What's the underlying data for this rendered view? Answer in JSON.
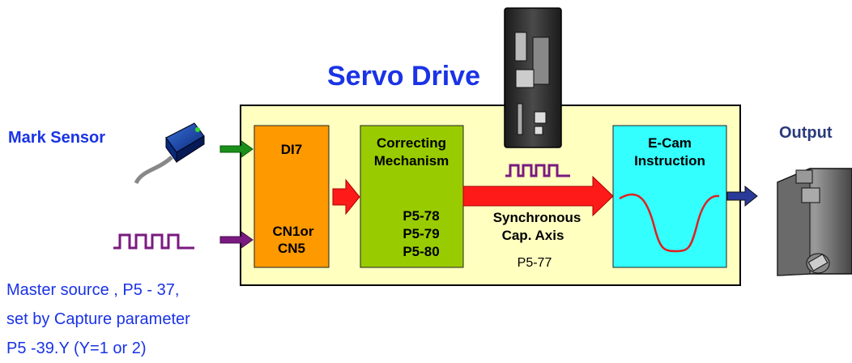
{
  "title": "Servo Drive",
  "mark_sensor_label": "Mark Sensor",
  "output_label": "Output",
  "di_block": {
    "top": "DI7",
    "bottom_line1": "CN1or",
    "bottom_line2": "CN5"
  },
  "correcting_block": {
    "line1": "Correcting",
    "line2": "Mechanism",
    "params": [
      "P5-78",
      "P5-79",
      "P5-80"
    ]
  },
  "sync_label": {
    "line1": "Synchronous",
    "line2": "Cap. Axis",
    "param": "P5-77"
  },
  "ecam_block": {
    "line1": "E-Cam",
    "line2": "Instruction"
  },
  "master_note": {
    "line1": "Master source , P5 - 37,",
    "line2": "set by Capture parameter",
    "line3": "P5 -39.Y (Y=1 or 2)"
  },
  "colors": {
    "title_blue": "#1a33e6",
    "label_blue": "#1a33e6",
    "outline_yellow": "#ffffc0",
    "orange": "#ff9900",
    "green_block": "#99cc00",
    "cyan": "#33ffff",
    "red_arrow": "#ff1a1a",
    "green_arrow": "#1a8f1a",
    "purple": "#7a1a80",
    "navy_arrow": "#2a3a99",
    "ecam_curve": "#e02020"
  },
  "icons": [
    "servo-drive-icon",
    "mark-sensor-icon",
    "servo-motor-icon",
    "pulse-train-icon"
  ]
}
